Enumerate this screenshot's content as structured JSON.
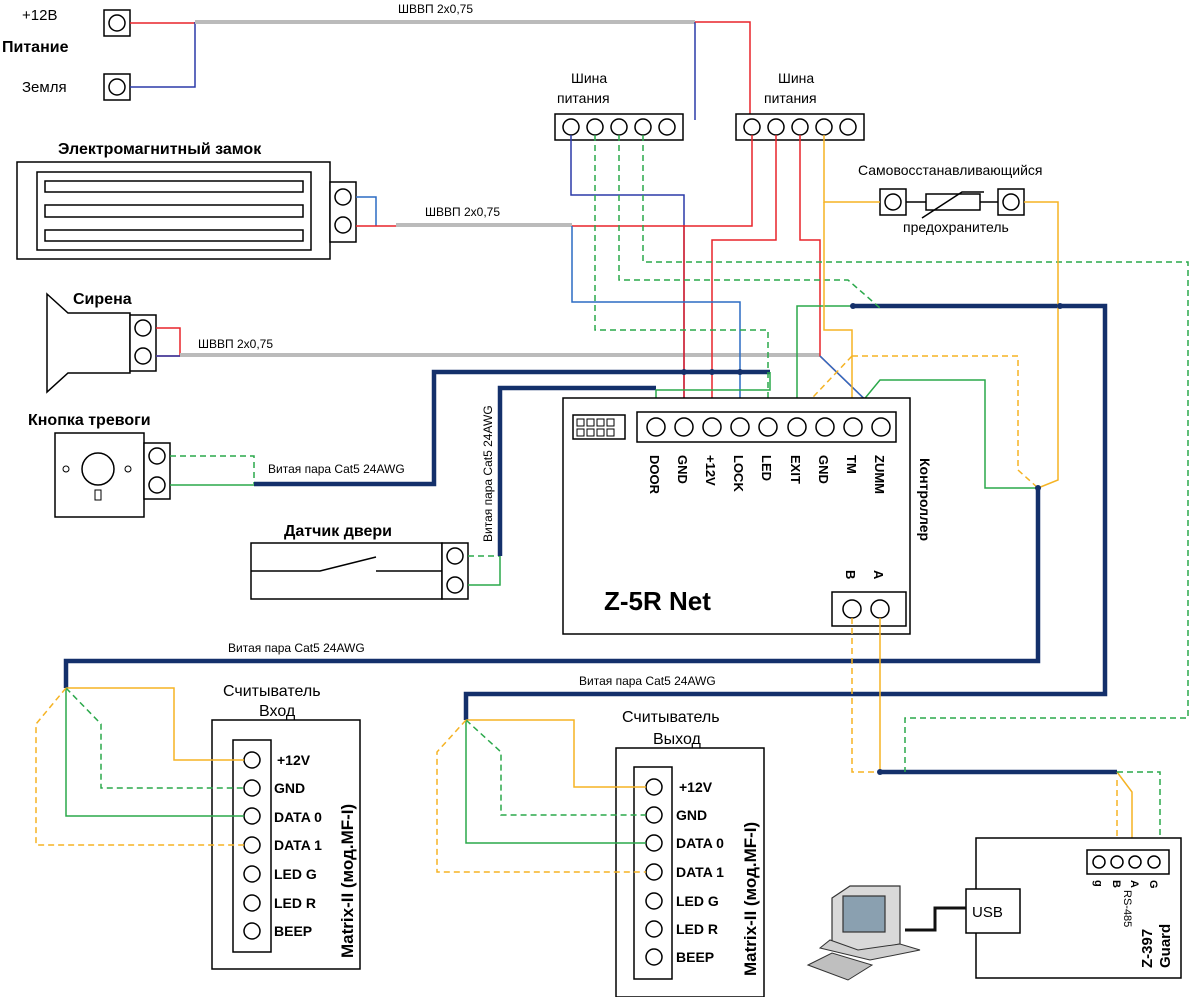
{
  "power": {
    "plus12": "+12В",
    "title": "Питание",
    "ground": "Земля"
  },
  "cables": {
    "shvvp_top": "ШВВП 2x0,75",
    "shvvp_lock": "ШВВП 2x0,75",
    "shvvp_siren": "ШВВП 2x0,75",
    "twisted_alarm": "Витая пара Cat5 24AWG",
    "twisted_door": "Витая пара Cat5 24AWG",
    "twisted_reader_in": "Витая пара Cat5 24AWG",
    "twisted_reader_out": "Витая пара Cat5 24AWG"
  },
  "bus_left": {
    "line1": "Шина",
    "line2": "питания"
  },
  "bus_right": {
    "line1": "Шина",
    "line2": "питания"
  },
  "fuse": {
    "line1": "Самовосстанавливающийся",
    "line2": "предохранитель"
  },
  "lock": {
    "title": "Электромагнитный замок"
  },
  "siren": {
    "title": "Сирена"
  },
  "alarm_button": {
    "title": "Кнопка тревоги"
  },
  "door_sensor": {
    "title": "Датчик двери"
  },
  "controller": {
    "name": "Z-5R Net",
    "label": "Контроллер",
    "pins": [
      "DOOR",
      "GND",
      "+12V",
      "LOCK",
      "LED",
      "EXIT",
      "GND",
      "TM",
      "ZUMM"
    ],
    "rs485": [
      "B",
      "A"
    ]
  },
  "reader_in": {
    "title1": "Считыватель",
    "title2": "Вход",
    "model": "Matrix-II (мод.MF-I)",
    "pins": [
      "+12V",
      "GND",
      "DATA 0",
      "DATA 1",
      "LED G",
      "LED R",
      "BEEP"
    ]
  },
  "reader_out": {
    "title1": "Считыватель",
    "title2": "Выход",
    "model": "Matrix-II (мод.MF-I)",
    "pins": [
      "+12V",
      "GND",
      "DATA 0",
      "DATA 1",
      "LED G",
      "LED R",
      "BEEP"
    ]
  },
  "guard": {
    "name1": "Z-397",
    "name2": "Guard",
    "usb": "USB",
    "pins": [
      "g",
      "B",
      "A",
      "G"
    ],
    "rs485": "RS-485"
  },
  "colors": {
    "red": "#e8242a",
    "blue": "#2b3aa8",
    "green": "#2aa84a",
    "orange": "#f5b324",
    "cable": "#bbbbbb",
    "trunk": "#14306b"
  }
}
